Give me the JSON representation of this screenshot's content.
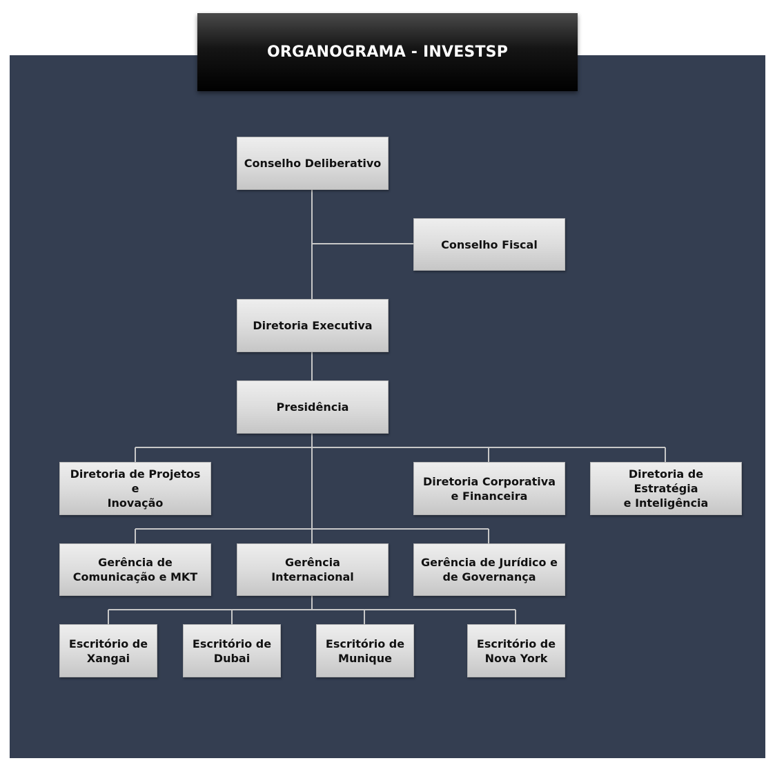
{
  "title": "ORGANOGRAMA - INVESTSP",
  "colors": {
    "panel_background": "#343e51",
    "title_background": "#000000",
    "title_text": "#ffffff",
    "node_background": "#d9d9d9",
    "node_text": "#111111",
    "connector": "#c8c8c8"
  },
  "nodes": {
    "conselho_deliberativo": "Conselho Deliberativo",
    "conselho_fiscal": "Conselho Fiscal",
    "diretoria_executiva": "Diretoria Executiva",
    "presidencia": "Presidência",
    "dir_projetos": "Diretoria de Projetos e\nInovação",
    "dir_corporativa": "Diretoria Corporativa\ne Financeira",
    "dir_estrategia": "Diretoria de Estratégia\ne Inteligência",
    "ger_comunicacao": "Gerência de\nComunicação e MKT",
    "ger_internacional": "Gerência Internacional",
    "ger_juridico": "Gerência de Jurídico e\nde Governança",
    "esc_xangai": "Escritório de\nXangai",
    "esc_dubai": "Escritório de\nDubai",
    "esc_munique": "Escritório de\nMunique",
    "esc_nova_york": "Escritório de\nNova York"
  }
}
